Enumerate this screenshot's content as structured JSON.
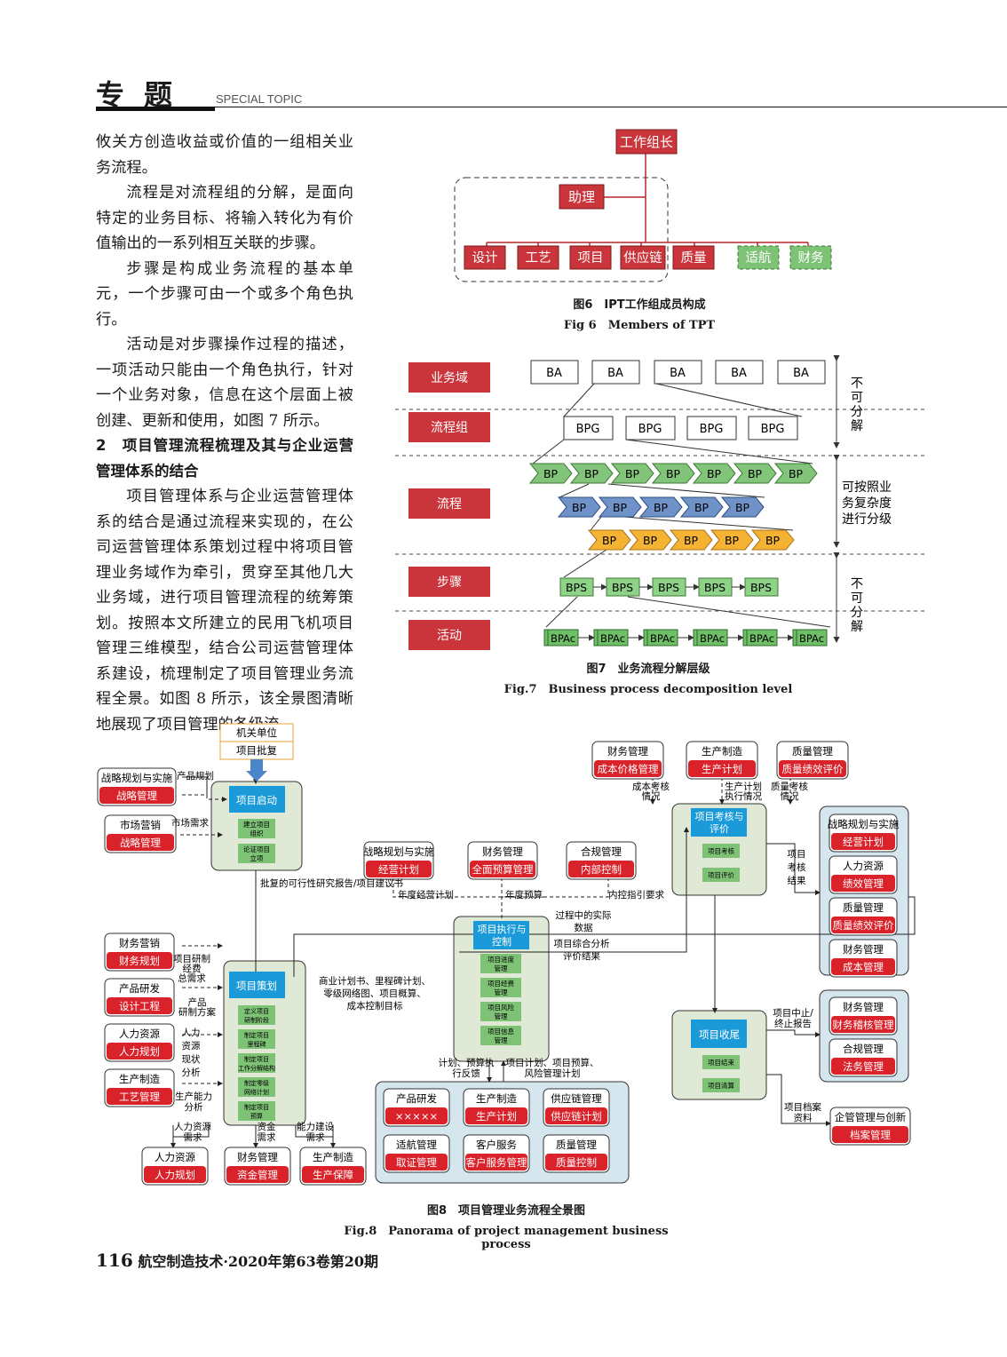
{
  "header": {
    "title": "专题",
    "subtitle": "SPECIAL TOPIC"
  },
  "body": {
    "paragraphs": [
      "攸关方创造收益或价值的一组相关业务流程。",
      "流程是对流程组的分解，是面向特定的业务目标、将输入转化为有价值输出的一系列相互关联的步骤。",
      "步骤是构成业务流程的基本单元，一个步骤可由一个或多个角色执行。",
      "活动是对步骤操作过程的描述，一项活动只能由一个角色执行，针对一个业务对象，信息在这个层面上被创建、更新和使用，如图 7 所示。"
    ],
    "section": "2　项目管理流程梳理及其与企业运营管理体系的结合",
    "paragraph2": "项目管理体系与企业运营管理体系的结合是通过流程来实现的，在公司运营管理体系策划过程中将项目管理业务域作为牵引，贯穿至其他几大业务域，进行项目管理流程的统筹策划。按照本文所建立的民用飞机项目管理三维模型，结合公司运营管理体系建设，梳理制定了项目管理业务流程全景。如图 8 所示，该全景图清晰地展现了项目管理的各级流"
  },
  "fig6": {
    "leader": "工作组长",
    "assistant": "助理",
    "members_red": [
      "设计",
      "工艺",
      "项目",
      "供应链",
      "质量"
    ],
    "members_green": [
      "适航",
      "财务"
    ],
    "caption_cn": "图6　IPT工作组成员构成",
    "caption_en": "Fig 6　Members of TPT"
  },
  "fig7": {
    "levels": [
      "业务域",
      "流程组",
      "流程",
      "步骤",
      "活动"
    ],
    "ba": "BA",
    "bpg": "BPG",
    "bp": "BP",
    "bps": "BPS",
    "bpa": "BPAc",
    "side_top": "不可分解",
    "side_mid": "可按照业务复杂度进行分级",
    "side_bottom": "不可分解",
    "caption_cn": "图7　业务流程分解层级",
    "caption_en": "Fig.7　Business process decomposition level"
  },
  "fig8": {
    "top_box": [
      "机关单位",
      "项目批复"
    ],
    "left_top": [
      {
        "head": "战略规划与实施",
        "body": "战略管理",
        "note": "产品规划"
      },
      {
        "head": "市场营销",
        "body": "战略管理",
        "note": "市场需求"
      }
    ],
    "start": {
      "title": "项目启动",
      "items": [
        "建立项目组织",
        "论证项目立项"
      ]
    },
    "approve_note": "批复的可行性研究报告/项目建议书",
    "mid_top": [
      {
        "head": "战略规划与实施",
        "body": "经营计划",
        "note": "年度经营计划"
      },
      {
        "head": "财务管理",
        "body": "全面预算管理",
        "note": "年度预算"
      },
      {
        "head": "合规管理",
        "body": "内部控制",
        "note": "内控指引要求"
      }
    ],
    "right_top": [
      {
        "head": "财务管理",
        "body": "成本价格管理",
        "note": "成本考核情况"
      },
      {
        "head": "生产制造",
        "body": "生产计划",
        "note": "生产计划执行情况"
      },
      {
        "head": "质量管理",
        "body": "质量绩效评价",
        "note": "质量考核情况"
      }
    ],
    "eval": {
      "title": "项目考核与评价",
      "items": [
        "项目考核",
        "项目评价"
      ]
    },
    "eval_note": "项目考核结果",
    "right_group1": [
      {
        "head": "战略规划与实施",
        "body": "经营计划"
      },
      {
        "head": "人力资源",
        "body": "绩效管理"
      },
      {
        "head": "质量管理",
        "body": "质量绩效评价"
      },
      {
        "head": "财务管理",
        "body": "成本管理"
      }
    ],
    "exec": {
      "title": "项目执行与控制",
      "items": [
        "项目进度管理",
        "项目经费管理",
        "项目风险管理",
        "项目信息管理"
      ]
    },
    "exec_note1": "过程中的实际数据",
    "exec_note2": "项目综合分析评价结果",
    "plan": {
      "title": "项目策划",
      "items": [
        "定义项目研制阶段",
        "制定项目里程碑",
        "制定项目工作分解结构",
        "制定零级网络计划",
        "制定项目预算"
      ]
    },
    "plan_note": "商业计划书、里程碑计划、零级网络图、项目概算、成本控制目标",
    "left_mid": [
      {
        "head": "财务营销",
        "body": "财务规划",
        "note": "项目研制经费总需求"
      },
      {
        "head": "产品研发",
        "body": "设计工程",
        "note": "产品研制方案"
      },
      {
        "head": "人力资源",
        "body": "人力规划",
        "note": "人力资源现状分析"
      },
      {
        "head": "生产制造",
        "body": "工艺管理",
        "note": "生产能力分析"
      }
    ],
    "bottom_left": [
      {
        "head": "人力资源",
        "body": "人力规划",
        "note": "人力资源需求"
      },
      {
        "head": "财务管理",
        "body": "资金管理",
        "note": "资金需求"
      },
      {
        "head": "生产制造",
        "body": "生产保障",
        "note": "能力建设需求"
      }
    ],
    "exec_bottom_note1": "计划、预算执行反馈",
    "exec_bottom_note2": "项目计划、项目预算、风险管理计划",
    "bottom_group": [
      {
        "head": "产品研发",
        "body": "×××××"
      },
      {
        "head": "生产制造",
        "body": "生产计划"
      },
      {
        "head": "供应链管理",
        "body": "供应链计划"
      },
      {
        "head": "适航管理",
        "body": "取证管理"
      },
      {
        "head": "客户服务",
        "body": "客户服务管理"
      },
      {
        "head": "质量管理",
        "body": "质量控制"
      }
    ],
    "close": {
      "title": "项目收尾",
      "items": [
        "项目结束",
        "项目清算"
      ]
    },
    "close_note1": "项目中止/终止报告",
    "close_note2": "项目档案资料",
    "right_group2": [
      {
        "head": "财务管理",
        "body": "财务稽核管理"
      },
      {
        "head": "合规管理",
        "body": "法务管理"
      }
    ],
    "archive": {
      "head": "企管管理与创新",
      "body": "档案管理"
    },
    "caption_cn": "图8　项目管理业务流程全景图",
    "caption_en": "Fig.8　Panorama of project management business process"
  },
  "footer": {
    "page": "116",
    "journal": "航空制造技术·2020年第63卷第20期"
  },
  "colors": {
    "red": "#d9222a",
    "green": "#7ec276",
    "blue": "#1a9ad9",
    "panel": "#e0e9d6",
    "panel_blue": "#d5e6ef",
    "accent": "#c9353a"
  }
}
